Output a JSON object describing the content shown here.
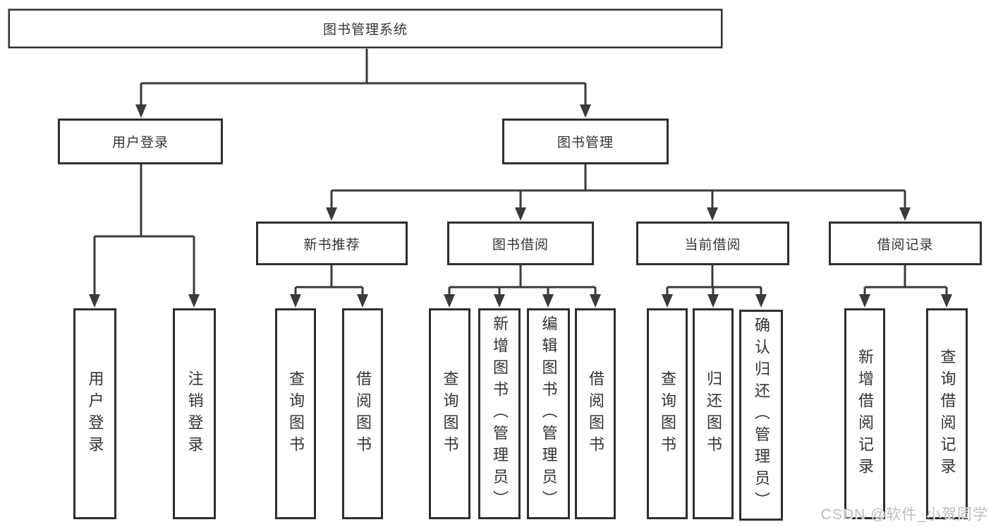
{
  "tree": {
    "root": {
      "label": "图书管理系统"
    },
    "branches": [
      {
        "label": "用户登录",
        "children": [
          {
            "label": "用户登录"
          },
          {
            "label": "注销登录"
          }
        ]
      },
      {
        "label": "图书管理",
        "children": [
          {
            "label": "新书推荐",
            "children": [
              {
                "label": "查询图书"
              },
              {
                "label": "借阅图书"
              }
            ]
          },
          {
            "label": "图书借阅",
            "children": [
              {
                "label": "查询图书"
              },
              {
                "label": "新增图书（管理员）"
              },
              {
                "label": "编辑图书（管理员）"
              },
              {
                "label": "借阅图书"
              }
            ]
          },
          {
            "label": "当前借阅",
            "children": [
              {
                "label": "查询图书"
              },
              {
                "label": "归还图书"
              },
              {
                "label": "确认归还（管理员）"
              }
            ]
          },
          {
            "label": "借阅记录",
            "children": [
              {
                "label": "新增借阅记录"
              },
              {
                "label": "查询借阅记录"
              }
            ]
          }
        ]
      }
    ]
  },
  "watermark": "CSDN @软件_小贺同学",
  "colors": {
    "line": "#3a3a3a",
    "border": "#2e2e2e",
    "text": "#333333",
    "watermark": "#bdbdbd"
  }
}
